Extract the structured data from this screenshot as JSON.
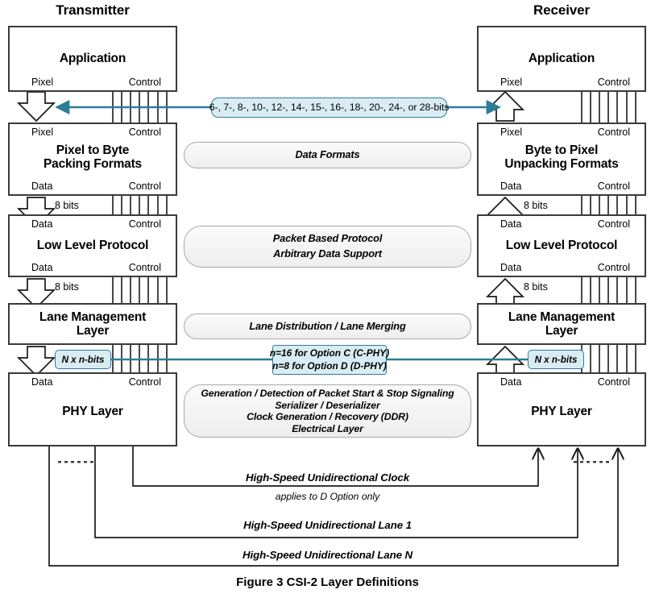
{
  "figure": {
    "caption": "Figure 3 CSI-2 Layer Definitions"
  },
  "headers": {
    "transmitter": "Transmitter",
    "receiver": "Receiver"
  },
  "ports": {
    "pixel": "Pixel",
    "data": "Data",
    "control": "Control"
  },
  "transmitter": {
    "layers": [
      {
        "name": "application",
        "title": "Application",
        "top_left": "Pixel",
        "top_right": "Control",
        "bot_left": "Pixel",
        "bot_right": "Control"
      },
      {
        "name": "pixel-to-byte",
        "title": "Pixel to Byte\nPacking Formats",
        "top_left": "Pixel",
        "top_right": "Control",
        "bot_left": "Data",
        "bot_right": "Control"
      },
      {
        "name": "low-level-protocol",
        "title": "Low Level Protocol",
        "top_left": "Data",
        "top_right": "Control",
        "bot_left": "Data",
        "bot_right": "Control"
      },
      {
        "name": "lane-management",
        "title": "Lane Management\nLayer",
        "top_left": "",
        "top_right": "",
        "bot_left": "",
        "bot_right": ""
      },
      {
        "name": "phy-layer",
        "title": "PHY Layer",
        "top_left": "Data",
        "top_right": "Control",
        "bot_left": "",
        "bot_right": ""
      }
    ],
    "arrow_labels": [
      "8 bits",
      "8 bits"
    ],
    "nbits_callout": "N x n-bits"
  },
  "receiver": {
    "layers": [
      {
        "name": "application",
        "title": "Application",
        "top_left": "Pixel",
        "top_right": "Control",
        "bot_left": "Pixel",
        "bot_right": "Control"
      },
      {
        "name": "byte-to-pixel",
        "title": "Byte to Pixel\nUnpacking Formats",
        "top_left": "Pixel",
        "top_right": "Control",
        "bot_left": "Data",
        "bot_right": "Control"
      },
      {
        "name": "low-level-protocol",
        "title": "Low Level Protocol",
        "top_left": "Data",
        "top_right": "Control",
        "bot_left": "Data",
        "bot_right": "Control"
      },
      {
        "name": "lane-management",
        "title": "Lane Management\nLayer",
        "top_left": "",
        "top_right": "",
        "bot_left": "",
        "bot_right": ""
      },
      {
        "name": "phy-layer",
        "title": "PHY Layer",
        "top_left": "Data",
        "top_right": "Control",
        "bot_left": "",
        "bot_right": ""
      }
    ],
    "arrow_labels": [
      "8 bits",
      "8 bits"
    ],
    "nbits_callout": "N x n-bits"
  },
  "center": {
    "bit_depth_callout": "6-, 7-, 8-, 10-, 12-, 14-, 15-, 16-, 18-, 20-, 24-, or 28-bits",
    "data_formats": [
      "Data Formats"
    ],
    "protocol": [
      "Packet Based Protocol",
      "Arbitrary Data Support"
    ],
    "lane_mgmt": [
      "Lane Distribution / Lane Merging"
    ],
    "phy_option_callout": [
      "n=16 for Option C (C-PHY)",
      "n=8 for Option D (D-PHY)"
    ],
    "phy": [
      "Generation / Detection of Packet Start & Stop Signaling",
      "Serializer / Deserializer",
      "Clock Generation / Recovery (DDR)",
      "Electrical Layer"
    ]
  },
  "lanes": [
    {
      "name": "clock",
      "label": "High-Speed Unidirectional Clock",
      "note": "applies to D Option only"
    },
    {
      "name": "lane-1",
      "label": "High-Speed Unidirectional Lane 1",
      "note": ""
    },
    {
      "name": "lane-n",
      "label": "High-Speed Unidirectional Lane N",
      "note": ""
    }
  ],
  "colors": {
    "callout_fill": "#d9ecf3",
    "callout_border": "#2d7d96",
    "pill_fill": "#f1f1f1",
    "box_border": "#3a3a3a",
    "line": "#2d7d96"
  }
}
